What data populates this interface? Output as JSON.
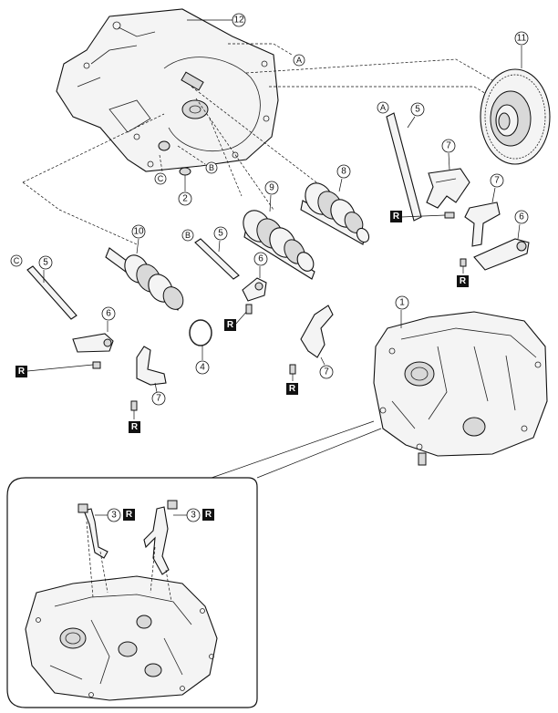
{
  "callouts": {
    "c1": "1",
    "c2": "2",
    "c3a": "3",
    "c3b": "3",
    "c4": "4",
    "c5a": "5",
    "c5b": "5",
    "c5c": "5",
    "c6a": "6",
    "c6b": "6",
    "c6c": "6",
    "c7a": "7",
    "c7b": "7",
    "c7c": "7",
    "c7d": "7",
    "c8": "8",
    "c9": "9",
    "c10": "10",
    "c11": "11",
    "c12": "12"
  },
  "refs": {
    "a_case": "A",
    "a_rod": "A",
    "b_case": "B",
    "b_rod": "B",
    "c_case": "C",
    "c_rod": "C"
  },
  "r_marks": {
    "r1": "R",
    "r2": "R",
    "r3": "R",
    "r4": "R",
    "r5": "R",
    "r6": "R",
    "r7": "R"
  }
}
